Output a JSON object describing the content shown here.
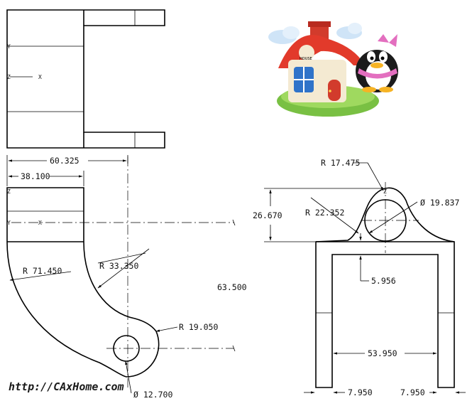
{
  "top_view": {
    "axis_y": "Y",
    "axis_z": "Z",
    "axis_x": "X"
  },
  "front_view": {
    "axis_z": "Z",
    "axis_y": "Y",
    "axis_x": "X",
    "dims": {
      "width_overall": "60.325",
      "width_block": "38.100",
      "r_outer": "R 71.450",
      "r_inner": "R 33.350",
      "height": "63.500",
      "r_boss": "R 19.050",
      "hole_dia": "Ø 12.700"
    }
  },
  "side_view": {
    "axis_z": "Z",
    "dims": {
      "r_top": "R 17.475",
      "height_top": "26.670",
      "r_fillet": "R 22.352",
      "hole_dia": "Ø 19.837",
      "gap": "5.956",
      "inner_width": "53.950",
      "leg_left": "7.950",
      "leg_right": "7.950"
    }
  },
  "watermark": "http://CAxHome.com",
  "clipart": {
    "house_sign": "HOUSE",
    "items": [
      "house",
      "penguin",
      "clouds"
    ]
  }
}
